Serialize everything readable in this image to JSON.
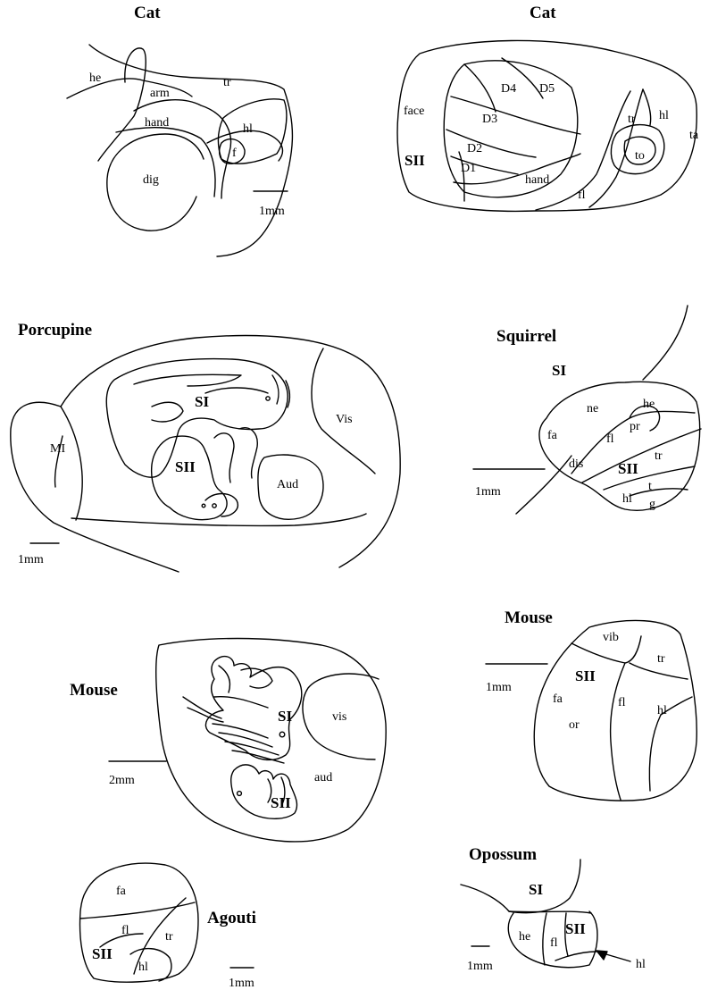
{
  "panels": {
    "cat1": {
      "title": "Cat",
      "labels": {
        "he": "he",
        "arm": "arm",
        "tr": "tr",
        "hand": "hand",
        "hl": "hl",
        "f": "f",
        "dig": "dig"
      },
      "scale": "1mm"
    },
    "cat2": {
      "title": "Cat",
      "labels": {
        "d4": "D4",
        "d5": "D5",
        "face": "face",
        "d3": "D3",
        "d2": "D2",
        "d1": "D1",
        "sii": "SII",
        "hand": "hand",
        "fl": "fl",
        "tr": "tr",
        "hl": "hl",
        "ta": "ta",
        "to": "to"
      }
    },
    "porcupine": {
      "title": "Porcupine",
      "labels": {
        "si": "SI",
        "sii": "SII",
        "mi": "MI",
        "vis": "Vis",
        "aud": "Aud"
      },
      "scale": "1mm"
    },
    "squirrel": {
      "title": "Squirrel",
      "labels": {
        "si": "SI",
        "ne": "ne",
        "he": "he",
        "fa": "fa",
        "pr": "pr",
        "fl": "fl",
        "dis": "dis",
        "sii": "SII",
        "tr": "tr",
        "t": "t",
        "hl": "hl",
        "g": "g"
      },
      "scale": "1mm"
    },
    "mouse1": {
      "title": "Mouse",
      "labels": {
        "si": "SI",
        "vis": "vis",
        "aud": "aud",
        "sii": "SII"
      },
      "scale": "2mm"
    },
    "mouse2": {
      "title": "Mouse",
      "labels": {
        "vib": "vib",
        "sii": "SII",
        "tr": "tr",
        "fa": "fa",
        "fl": "fl",
        "hl": "hl",
        "or": "or"
      },
      "scale": "1mm"
    },
    "agouti": {
      "title": "Agouti",
      "labels": {
        "fa": "fa",
        "fl": "fl",
        "tr": "tr",
        "sii": "SII",
        "hl": "hl"
      },
      "scale": "1mm"
    },
    "opossum": {
      "title": "Opossum",
      "labels": {
        "si": "SI",
        "he": "he",
        "fl": "fl",
        "sii": "SII",
        "hl": "hl"
      },
      "scale": "1mm"
    }
  }
}
